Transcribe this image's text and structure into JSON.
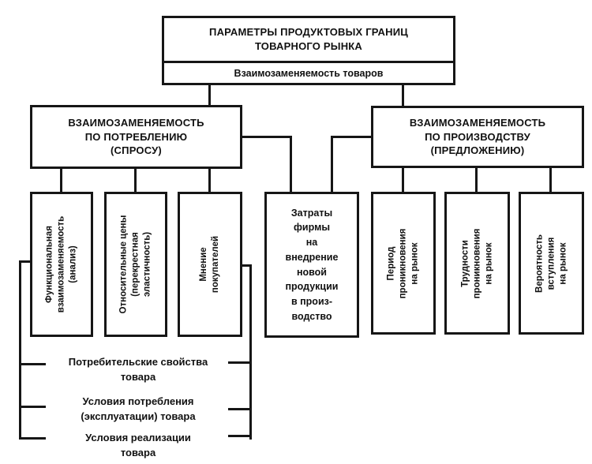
{
  "diagram": {
    "root": {
      "title": [
        "ПАРАМЕТРЫ ПРОДУКТОВЫХ ГРАНИЦ",
        "ТОВАРНОГО РЫНКА"
      ],
      "subtitle": "Взаимозаменяемость товаров"
    },
    "branches": {
      "demand": [
        "ВЗАИМОЗАМЕНЯЕМОСТЬ",
        "ПО ПОТРЕБЛЕНИЮ",
        "(СПРОСУ)"
      ],
      "supply": [
        "ВЗАИМОЗАМЕНЯЕМОСТЬ",
        "ПО ПРОИЗВОДСТВУ",
        "(ПРЕДЛОЖЕНИЮ)"
      ]
    },
    "demand_factors": [
      {
        "label": [
          "Функциональная",
          "взаимозаменяемость",
          "(анализ)"
        ]
      },
      {
        "label": [
          "Относительные цены",
          "(перекрестная",
          "эластичность)"
        ]
      },
      {
        "label": [
          "Мнение",
          "покупателей"
        ]
      }
    ],
    "cost_factor": {
      "label": [
        "Затраты",
        "фирмы",
        "на",
        "внедрение",
        "новой",
        "продукции",
        "в произ-",
        "водство"
      ]
    },
    "supply_factors": [
      {
        "label": [
          "Период",
          "проникновения",
          "на рынок"
        ]
      },
      {
        "label": [
          "Трудности",
          "проникновения",
          "на рынок"
        ]
      },
      {
        "label": [
          "Вероятность",
          "вступления",
          "на рынок"
        ]
      }
    ],
    "consumption_list": [
      {
        "label": [
          "Потребительские свойства",
          "товара"
        ]
      },
      {
        "label": [
          "Условия потребления",
          "(эксплуатации) товара"
        ]
      },
      {
        "label": [
          "Условия реализации",
          "товара"
        ]
      }
    ],
    "colors": {
      "line": "#161616",
      "background": "#ffffff",
      "text": "#111111"
    }
  }
}
